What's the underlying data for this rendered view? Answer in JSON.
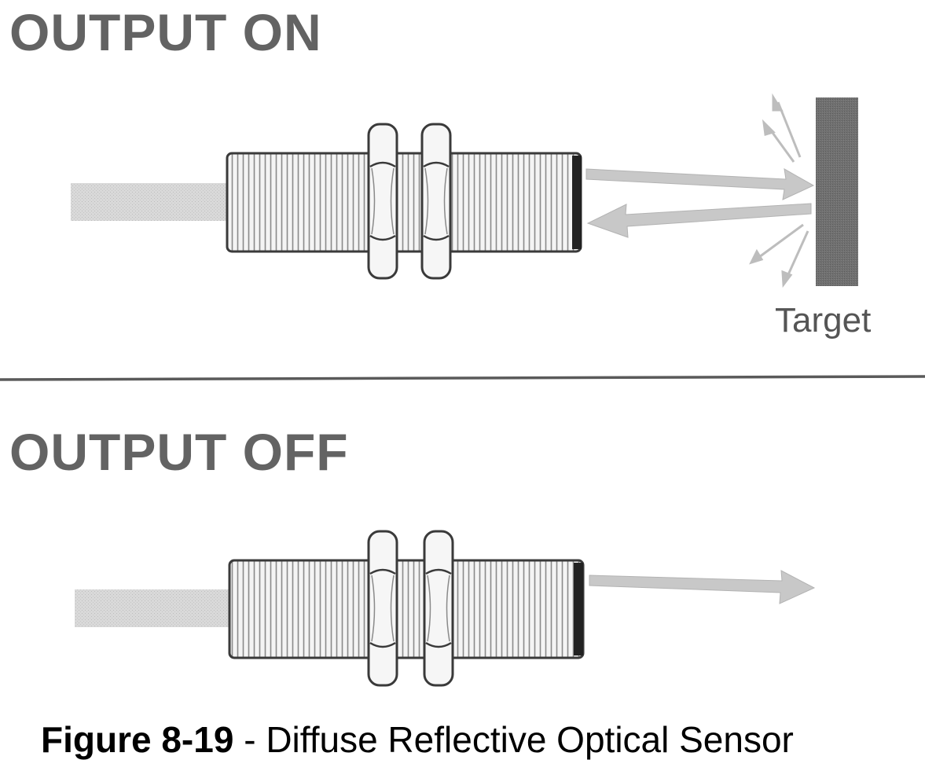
{
  "panels": {
    "on": {
      "heading": "OUTPUT ON",
      "target_label": "Target"
    },
    "off": {
      "heading": "OUTPUT OFF"
    }
  },
  "caption": {
    "figure_number": "Figure 8-19",
    "separator": " - ",
    "text": "Diffuse Reflective Optical Sensor"
  },
  "colors": {
    "heading": "#636363",
    "cable": "#d6d6d6",
    "beam": "#c8c8c8",
    "target": "#6e6e6e",
    "outline": "#3a3a3a",
    "divider": "#5a5a5a"
  }
}
